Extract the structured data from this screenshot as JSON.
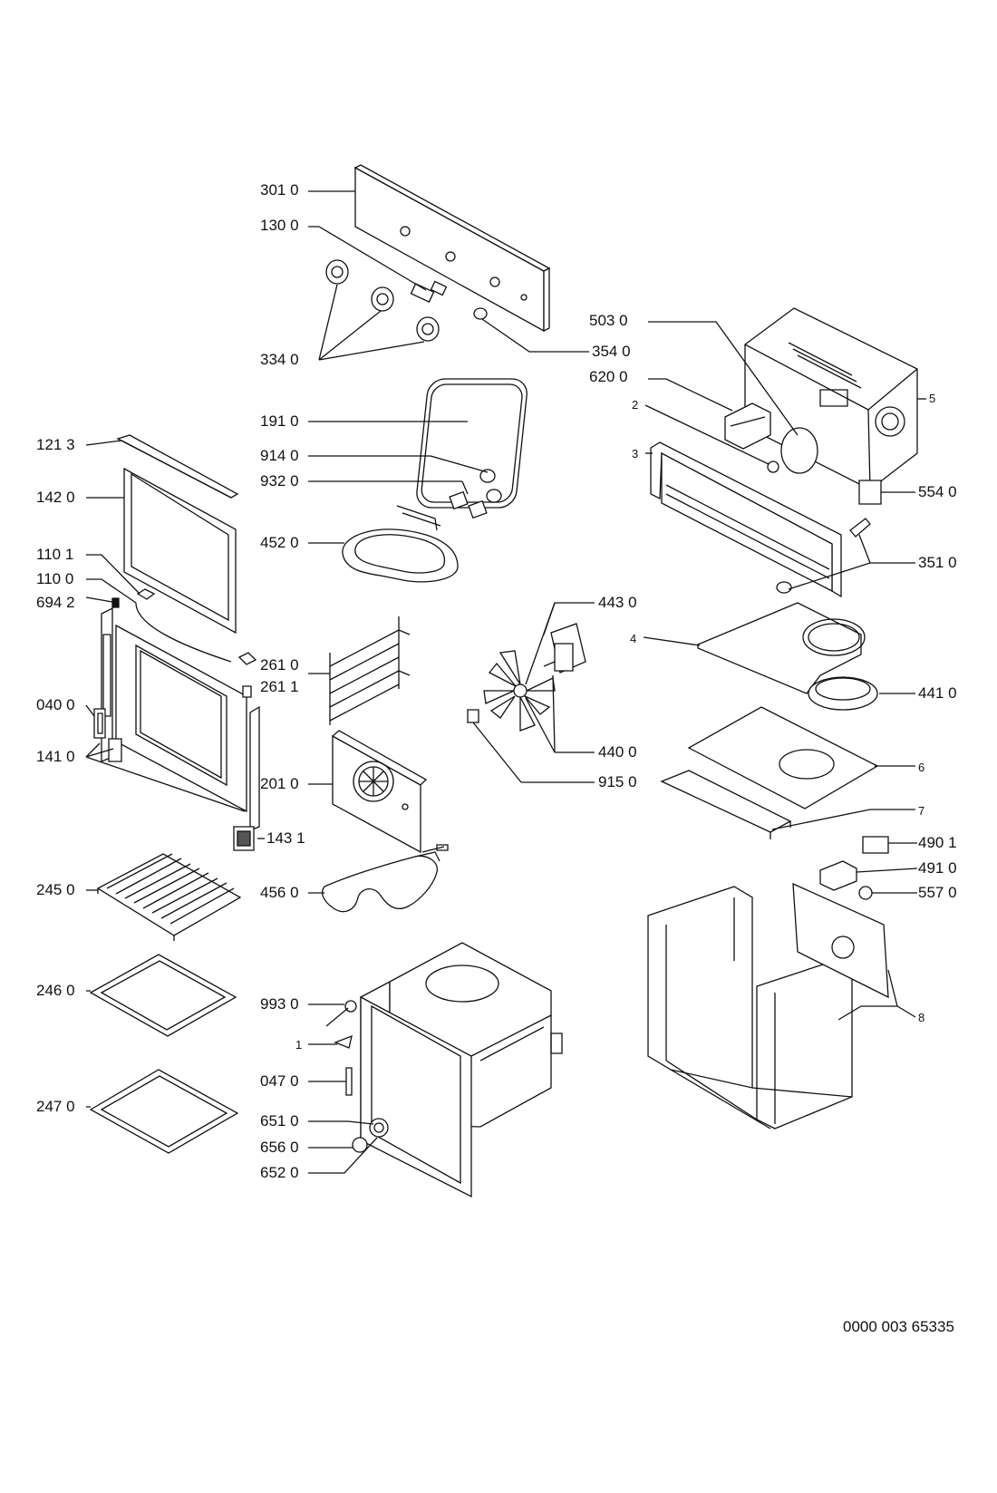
{
  "labels": {
    "l3010": "301 0",
    "l1300": "130 0",
    "l3340": "334 0",
    "l3540": "354 0",
    "l5030": "503 0",
    "l6200": "620 0",
    "l2": "2",
    "l5": "5",
    "l3": "3",
    "l5540": "554 0",
    "l3510": "351 0",
    "l1910": "191 0",
    "l1213": "121 3",
    "l1420": "142 0",
    "l9140": "914 0",
    "l9320": "932 0",
    "l4520": "452 0",
    "l1101": "110 1",
    "l1100": "110 0",
    "l6942": "694 2",
    "l4430": "443 0",
    "l4": "4",
    "l2610": "261 0",
    "l2611": "261 1",
    "l4410": "441 0",
    "l0400": "040 0",
    "l1410": "141 0",
    "l4400": "440 0",
    "l6": "6",
    "l2010": "201 0",
    "l9150": "915 0",
    "l7": "7",
    "l1431": "143 1",
    "l4901": "490 1",
    "l4910": "491 0",
    "l2450": "245 0",
    "l4560": "456 0",
    "l5570": "557 0",
    "l2460": "246 0",
    "l9930": "993 0",
    "l8": "8",
    "l1": "1",
    "l0470": "047 0",
    "l2470": "247 0",
    "l6510": "651 0",
    "l6560": "656 0",
    "l6520": "652 0"
  },
  "drawing_code": "0000 003 65335"
}
